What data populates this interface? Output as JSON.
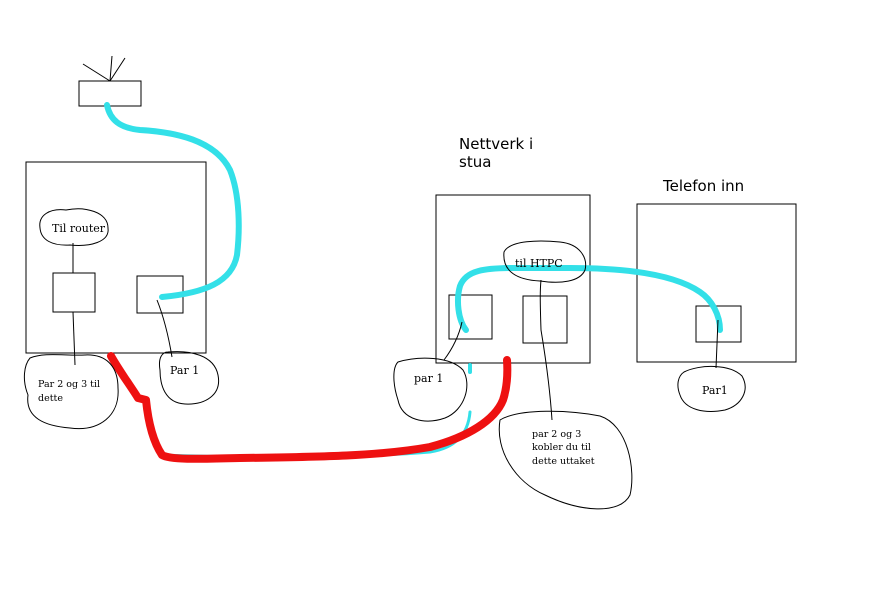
{
  "headings": {
    "living_room": [
      "Nettverk i",
      "stua"
    ],
    "phone_in": "Telefon inn"
  },
  "bubbles": {
    "to_router": "Til router",
    "pairs_2_3_left": [
      "Par 2 og 3 til",
      "dette"
    ],
    "pair1_left": "Par 1",
    "pair1_mid": "par 1",
    "to_htpc": "til HTPC",
    "pairs_2_3_right": [
      "par 2 og 3",
      "kobler du til",
      "dette uttaket"
    ],
    "pair1_right": "Par1"
  },
  "colors": {
    "cyan_cable": "#33e0e8",
    "red_cable": "#ee1111",
    "outline": "#000000"
  }
}
